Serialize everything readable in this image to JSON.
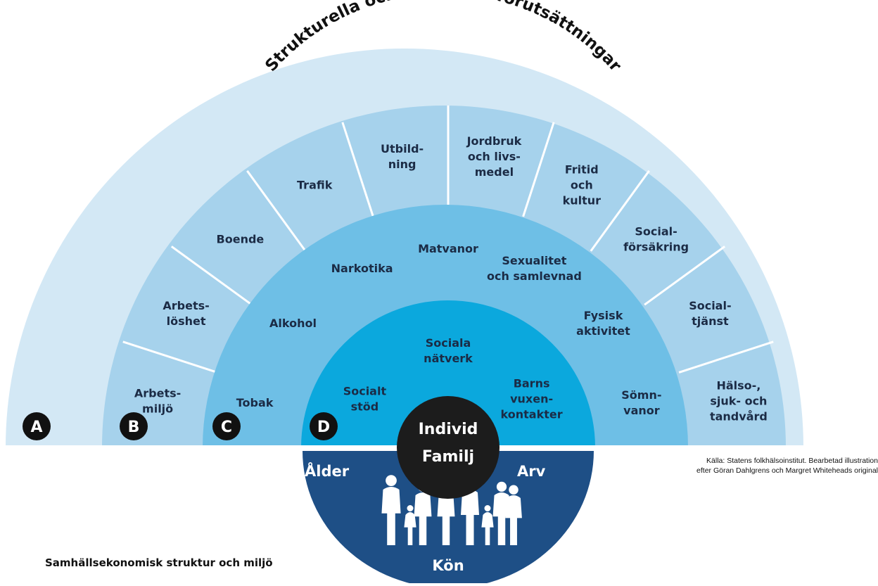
{
  "title": "Strukturella och kulturella förutsättningar",
  "layer_a": {
    "badge": "A"
  },
  "layer_b": {
    "badge": "B",
    "sectors": [
      [
        "Arbets-",
        "miljö"
      ],
      [
        "Arbets-",
        "löshet"
      ],
      [
        "Boende"
      ],
      [
        "Trafik"
      ],
      [
        "Utbild-",
        "ning"
      ],
      [
        "Jordbruk",
        "och livs-",
        "medel"
      ],
      [
        "Fritid",
        "och",
        "kultur"
      ],
      [
        "Social-",
        "försäkring"
      ],
      [
        "Social-",
        "tjänst"
      ],
      [
        "Hälso-,",
        "sjuk- och",
        "tandvård"
      ]
    ]
  },
  "layer_c": {
    "badge": "C",
    "items": [
      [
        "Tobak"
      ],
      [
        "Alkohol"
      ],
      [
        "Narkotika"
      ],
      [
        "Matvanor"
      ],
      [
        "Sexualitet",
        "och samlevnad"
      ],
      [
        "Fysisk",
        "aktivitet"
      ],
      [
        "Sömn-",
        "vanor"
      ]
    ]
  },
  "layer_d": {
    "badge": "D",
    "items": [
      [
        "Socialt",
        "stöd"
      ],
      [
        "Sociala",
        "nätverk"
      ],
      [
        "Barns",
        "vuxen-",
        "kontakter"
      ]
    ]
  },
  "center": {
    "line1": "Individ",
    "line2": "Familj"
  },
  "base": {
    "left": "Ålder",
    "right": "Arv",
    "bottom": "Kön"
  },
  "bottom_caption": "Samhällsekonomisk struktur och miljö",
  "source": {
    "line1": "Källa: Statens folkhälsoinstitut. Bearbetad illustration",
    "line2": "efter Göran Dahlgrens och Margret Whiteheads original"
  },
  "colors": {
    "layer_a": "#d3e8f5",
    "layer_b": "#a6d2ec",
    "layer_c": "#6ebfe6",
    "layer_d": "#0ba8dd",
    "center": "#1c1c1c",
    "base": "#1e4f86",
    "divider": "#ffffff",
    "badge": "#111111"
  },
  "icons": [
    "family-silhouette-icon"
  ]
}
